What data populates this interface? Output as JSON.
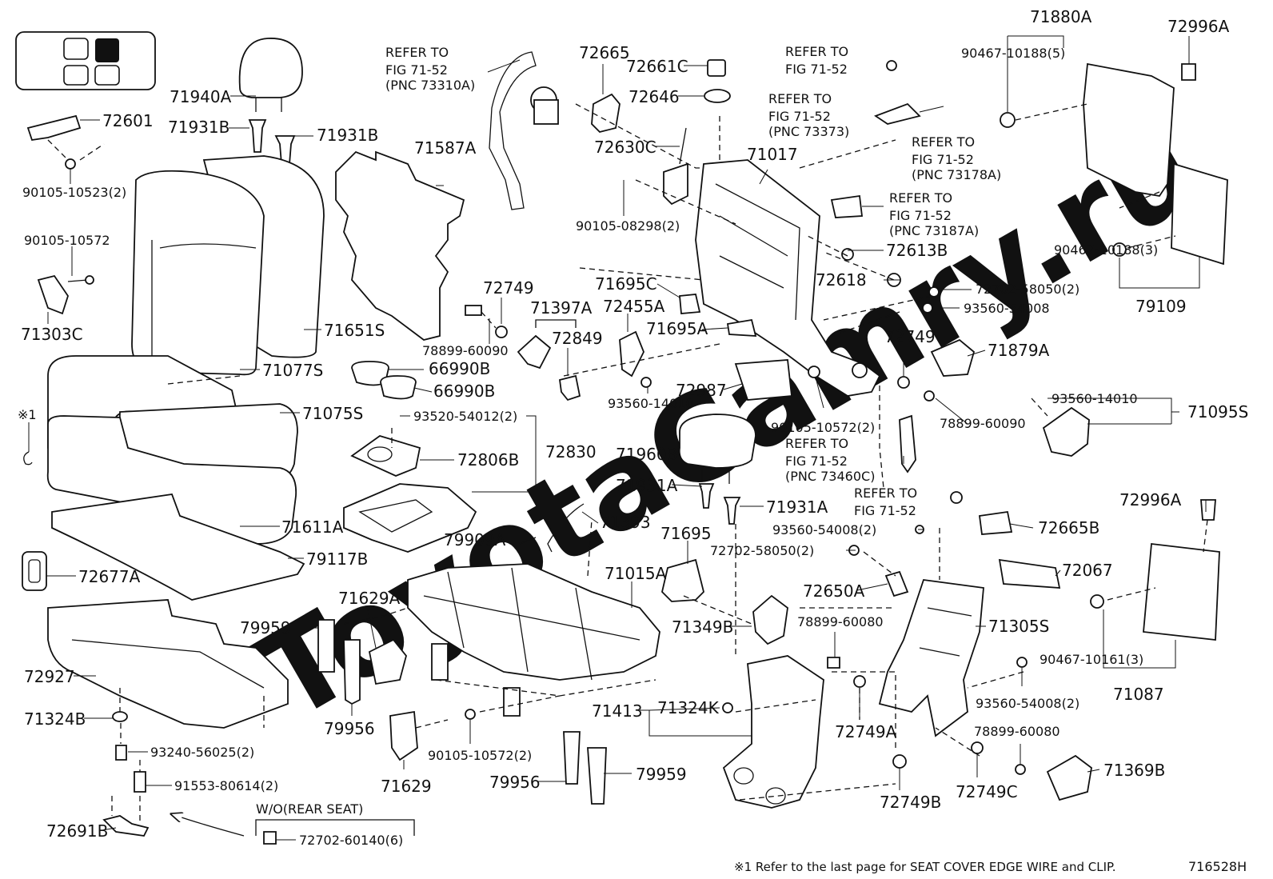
{
  "diagram_id": "716528H",
  "footnote_marker": "※1",
  "footnote": "※1 Refer to the last page for SEAT COVER EDGE WIRE and CLIP.",
  "group_title": "W/O(REAR SEAT)",
  "refer_blocks": [
    {
      "l1": "REFER TO",
      "l2": "FIG 71-52",
      "l3": "(PNC 73310A)"
    },
    {
      "l1": "REFER TO",
      "l2": "FIG 71-52",
      "l3": ""
    },
    {
      "l1": "REFER TO",
      "l2": "FIG 71-52",
      "l3": "(PNC 73373)"
    },
    {
      "l1": "REFER TO",
      "l2": "FIG 71-52",
      "l3": "(PNC 73178A)"
    },
    {
      "l1": "REFER TO",
      "l2": "FIG 71-52",
      "l3": "(PNC 73187A)"
    },
    {
      "l1": "REFER TO",
      "l2": "FIG 71-52",
      "l3": "(PNC 73460C)"
    },
    {
      "l1": "REFER TO",
      "l2": "FIG 71-52",
      "l3": ""
    }
  ],
  "part_labels": [
    "71940A",
    "72601",
    "71931B",
    "71931B",
    "90105-10523(2)",
    "90105-10572",
    "71303C",
    "71651S",
    "71077S",
    "71075S",
    "71611A",
    "79117B",
    "72677A",
    "72927",
    "71324B",
    "93240-56025(2)",
    "91553-80614(2)",
    "72691B",
    "72702-60140(6)",
    "71587A",
    "72749",
    "78899-60090",
    "71397A",
    "72849",
    "66990B",
    "66990B",
    "93520-54012(2)",
    "72806B",
    "72830",
    "79909A",
    "71393",
    "71629A",
    "79959",
    "79956",
    "71629",
    "90105-10572(2)",
    "79956",
    "79959",
    "72665",
    "72661C",
    "72646",
    "72630C",
    "90105-08298(2)",
    "71695C",
    "72455A",
    "93560-14010",
    "71695A",
    "72987",
    "71960B",
    "71931A",
    "71931A",
    "71695",
    "71015A",
    "71349B",
    "71413",
    "71324K",
    "71017",
    "72613B",
    "72618",
    "72702-58050(2)",
    "93560-54008",
    "72749",
    "90105-10572(2)",
    "93560-54008(2)",
    "72702-58050(2)",
    "72650A",
    "78899-60080",
    "72749A",
    "72749B",
    "71880A",
    "90467-10188(5)",
    "72996A",
    "90467-10188(3)",
    "79109",
    "71879A",
    "78899-60090",
    "93560-14010",
    "71095S",
    "72996A",
    "72665B",
    "72067",
    "71305S",
    "93560-54008(2)",
    "90467-10161(3)",
    "71087",
    "78899-60080",
    "72749C",
    "71369B"
  ]
}
